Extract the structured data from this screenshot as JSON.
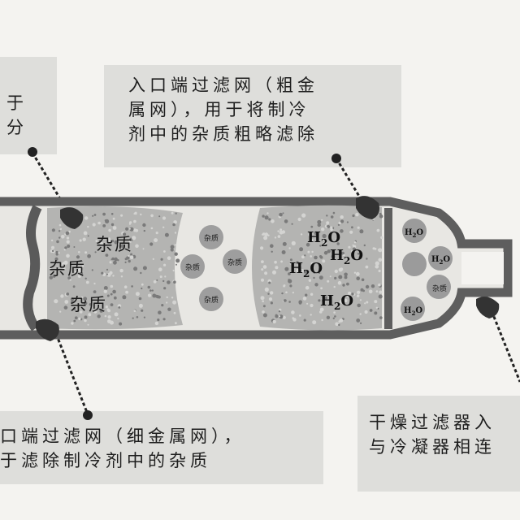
{
  "callouts": {
    "top_left": "于\n分",
    "top_mid": "入口端过滤网（粗金\n属网），用于将制冷\n剂中的杂质粗略滤除",
    "bottom_left": "口端过滤网（细金属网），\n于滤除制冷剂中的杂质",
    "bottom_right": "干燥过滤器入\n与冷凝器相连"
  },
  "labels": {
    "impurity": "杂质",
    "water": "H",
    "water_sub": "2",
    "water_tail": "O"
  },
  "colors": {
    "vessel": "#5e5e5e",
    "granules": "#a9a9a9",
    "desiccant": "#9b9b9b"
  }
}
